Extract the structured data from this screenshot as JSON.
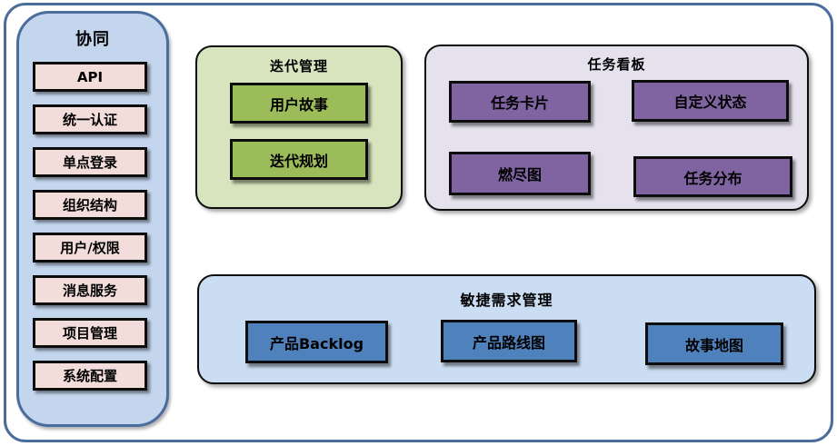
{
  "diagram": {
    "sidebar": {
      "title": "协同",
      "items": [
        {
          "label": "API"
        },
        {
          "label": "统一认证"
        },
        {
          "label": "单点登录"
        },
        {
          "label": "组织结构"
        },
        {
          "label": "用户/权限"
        },
        {
          "label": "消息服务"
        },
        {
          "label": "项目管理"
        },
        {
          "label": "系统配置"
        }
      ]
    },
    "groups": [
      {
        "title": "迭代管理",
        "items": [
          {
            "label": "用户故事"
          },
          {
            "label": "迭代规划"
          }
        ]
      },
      {
        "title": "任务看板",
        "items": [
          {
            "label": "任务卡片"
          },
          {
            "label": "自定义状态"
          },
          {
            "label": "燃尽图"
          },
          {
            "label": "任务分布"
          }
        ]
      },
      {
        "title": "敏捷需求管理",
        "items": [
          {
            "label": "产品Backlog"
          },
          {
            "label": "产品路线图"
          },
          {
            "label": "故事地图"
          }
        ]
      }
    ],
    "colors": {
      "frame_border": "#4a6d9d",
      "sidebar_fill": "#c3d6ee",
      "sidebar_item_fill": "#f2dddb",
      "iteration_fill": "#d8e4bd",
      "iteration_item_fill": "#9cbb59",
      "kanban_fill": "#e5e1ed",
      "kanban_item_fill": "#8064a2",
      "agile_fill": "#cbddf2",
      "agile_item_fill": "#4f81bd",
      "box_border": "#0d0d0d"
    }
  }
}
